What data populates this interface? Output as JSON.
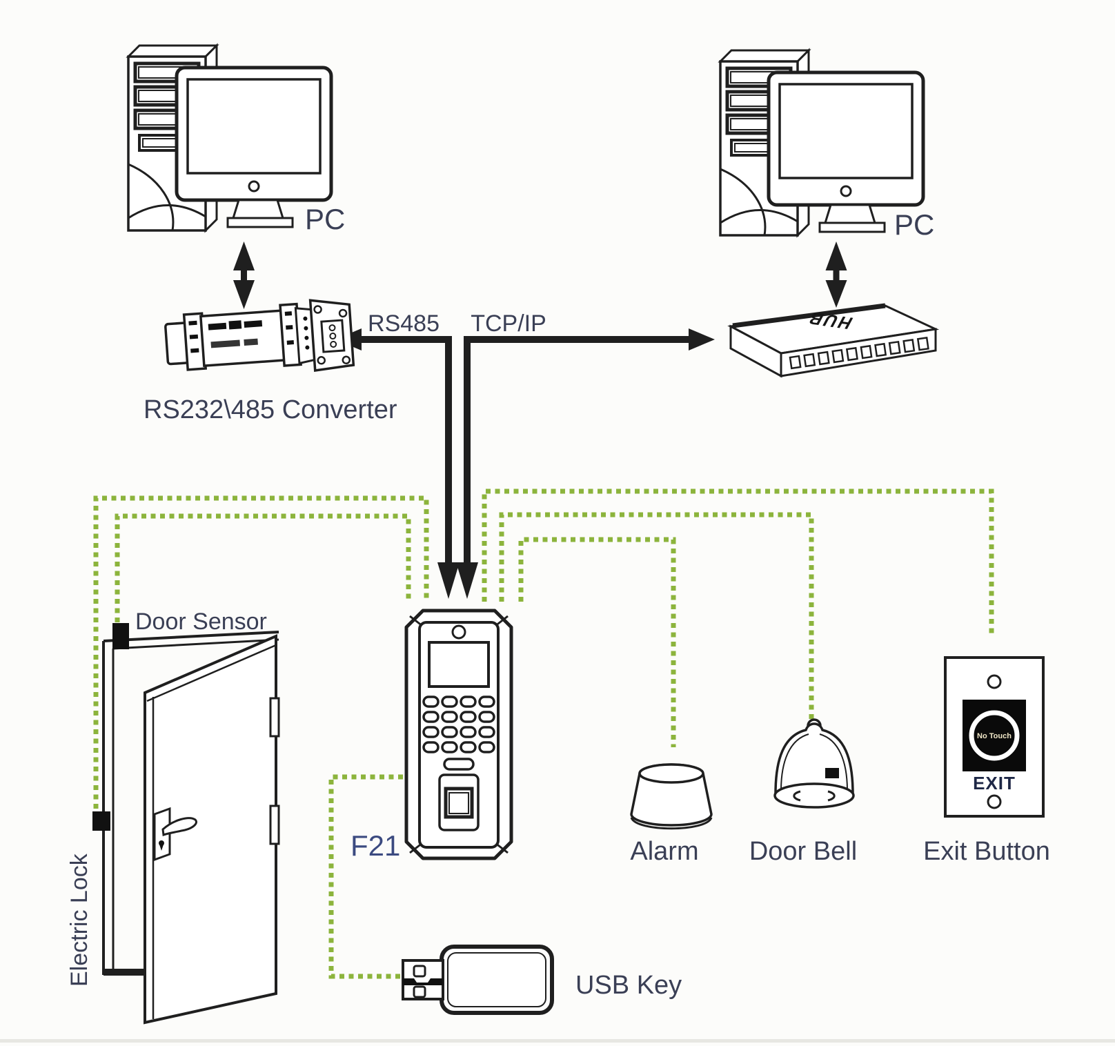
{
  "colors": {
    "line": "#1f1f1f",
    "wire_green": "#8cb43c",
    "label": "#3a3f55",
    "f21_label": "#3b4a80",
    "exit_text": "#1e2746",
    "no_touch_text": "#efe6c6",
    "background": "#fcfcfa"
  },
  "nodes": {
    "pc_left": {
      "label": "PC"
    },
    "pc_right": {
      "label": "PC"
    },
    "converter": {
      "label": "RS232\\485 Converter"
    },
    "hub": {
      "label": "HUB"
    },
    "link_rs485": {
      "label": "RS485"
    },
    "link_tcpip": {
      "label": "TCP/IP"
    },
    "f21": {
      "label": "F21"
    },
    "door_sensor": {
      "label": "Door Sensor"
    },
    "electric_lock": {
      "label": "Electric Lock"
    },
    "alarm": {
      "label": "Alarm"
    },
    "door_bell": {
      "label": "Door Bell"
    },
    "exit_button": {
      "label": "Exit Button",
      "plate_text_top": "No Touch",
      "plate_text_bottom": "EXIT"
    },
    "usb_key": {
      "label": "USB Key"
    }
  },
  "connections": [
    {
      "from": "PC",
      "to": "RS232\\485 Converter",
      "style": "double-arrow"
    },
    {
      "from": "PC",
      "to": "HUB",
      "style": "double-arrow"
    },
    {
      "from": "RS232\\485 Converter",
      "to": "F21",
      "label": "RS485",
      "style": "arrow"
    },
    {
      "from": "HUB",
      "to": "F21",
      "label": "TCP/IP",
      "style": "arrow"
    },
    {
      "from": "F21",
      "to": "Electric Lock",
      "style": "dotted-green-wire"
    },
    {
      "from": "F21",
      "to": "Door Sensor",
      "style": "dotted-green-wire"
    },
    {
      "from": "F21",
      "to": "Exit Button",
      "style": "dotted-green-wire"
    },
    {
      "from": "F21",
      "to": "Door Bell",
      "style": "dotted-green-wire"
    },
    {
      "from": "F21",
      "to": "Alarm",
      "style": "dotted-green-wire"
    },
    {
      "from": "F21",
      "to": "USB Key",
      "style": "dotted-green-wire"
    }
  ]
}
